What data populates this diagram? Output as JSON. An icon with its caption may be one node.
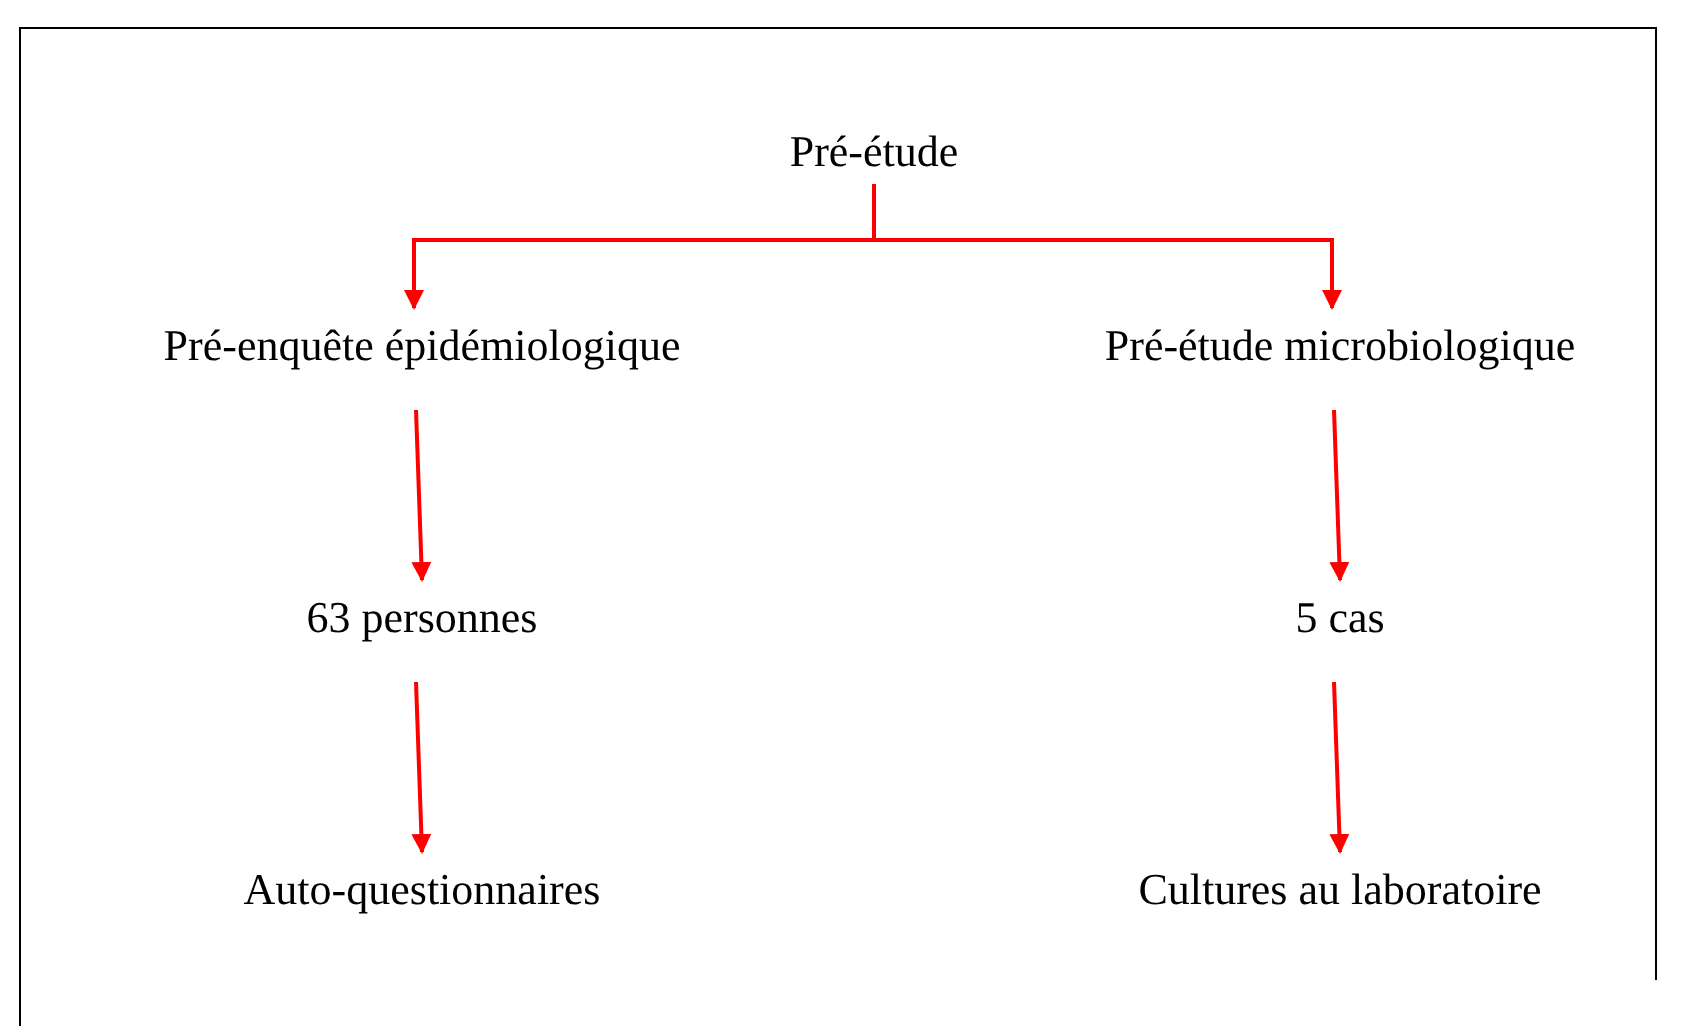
{
  "diagram": {
    "nodes": [
      {
        "text": [
          "Pré-étude"
        ]
      },
      {
        "text": [
          "Pré-enquête épidémiologique"
        ]
      },
      {
        "text": [
          "Pré-étude microbiologique"
        ]
      },
      {
        "text": [
          "63 personnes"
        ]
      },
      {
        "text": [
          "5 cas"
        ]
      },
      {
        "text": [
          "Auto-questionnaires"
        ]
      },
      {
        "text": [
          "Cultures au laboratoire"
        ]
      }
    ],
    "edges": [
      {
        "from": 0,
        "to": 1,
        "arrow": "to"
      },
      {
        "from": 0,
        "to": 2,
        "arrow": "to"
      },
      {
        "from": 1,
        "to": 3,
        "arrow": "to"
      },
      {
        "from": 2,
        "to": 4,
        "arrow": "to"
      },
      {
        "from": 3,
        "to": 5,
        "arrow": "to"
      },
      {
        "from": 4,
        "to": 6,
        "arrow": "to"
      }
    ]
  }
}
